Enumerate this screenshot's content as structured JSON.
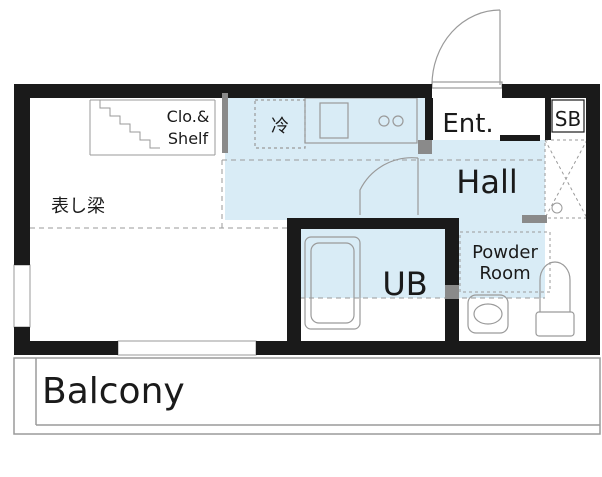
{
  "plan": {
    "labels": {
      "closet": [
        "Clo.&",
        "Shelf"
      ],
      "fridge": "冷",
      "entrance": "Ent.",
      "shoe_box": "SB",
      "hall": "Hall",
      "beam": "表し梁",
      "bathroom": "UB",
      "powder_room": [
        "Powder",
        "Room"
      ],
      "balcony": "Balcony"
    },
    "colors": {
      "wall": "#1a1a1a",
      "floor_highlight": "#d9ecf6",
      "fixture_line": "#9a9a9a",
      "dashed_line": "#9a9a9a",
      "gray_column": "#8a8a8a"
    }
  }
}
